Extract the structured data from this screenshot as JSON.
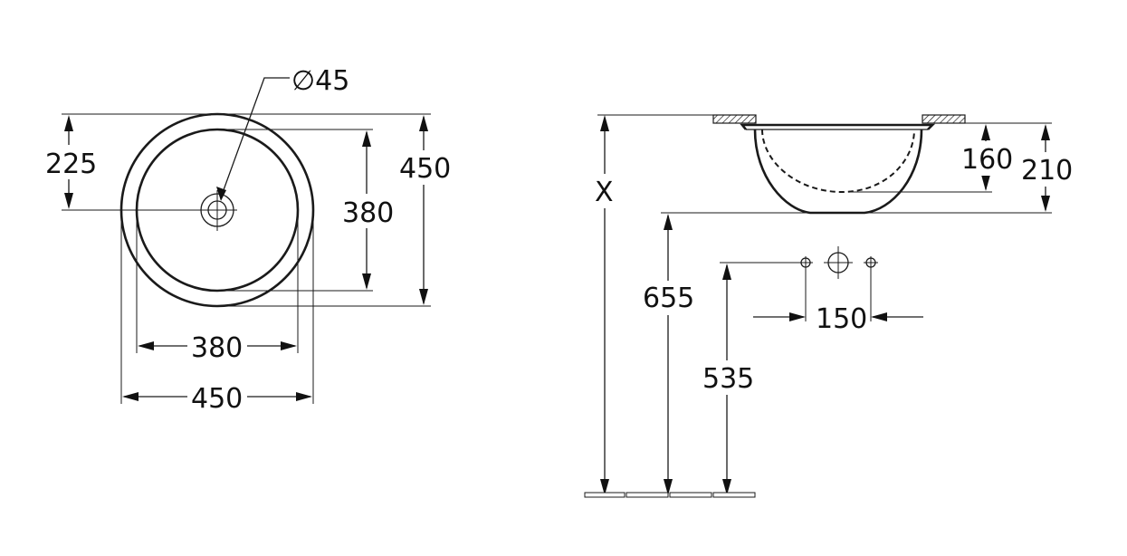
{
  "drawing": {
    "top_view": {
      "diameter_symbol": "∅45",
      "offset_225": "225",
      "inner_height_380": "380",
      "outer_height_450": "450",
      "inner_width_380": "380",
      "outer_width_450": "450"
    },
    "side_view": {
      "x_label": "X",
      "depth_160": "160",
      "height_210": "210",
      "height_655": "655",
      "height_535": "535",
      "spacing_150": "150"
    }
  }
}
